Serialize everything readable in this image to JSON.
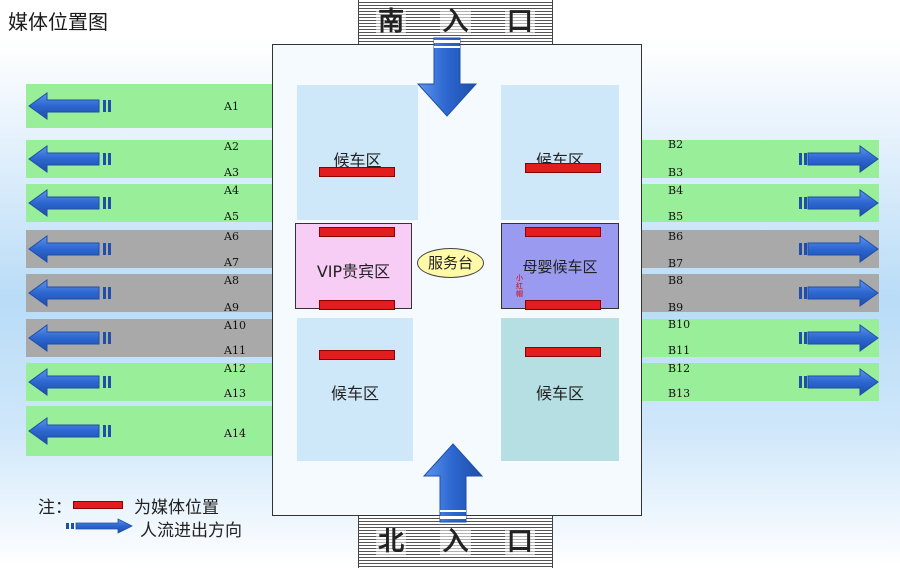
{
  "title": "媒体位置图",
  "entrances": {
    "south": [
      "南",
      "入",
      "口"
    ],
    "north": [
      "北",
      "入",
      "口"
    ]
  },
  "zones": {
    "waiting_tl": "候车区",
    "waiting_tr": "候车区",
    "vip": "VIP贵宾区",
    "mother_baby": "母婴候车区",
    "mother_baby_small": "小红帽",
    "waiting_bl": "候车区",
    "waiting_br": "候车区"
  },
  "service_desk": "服务台",
  "gates_left": [
    "A1",
    "A2",
    "A3",
    "A4",
    "A5",
    "A6",
    "A7",
    "A8",
    "A9",
    "A10",
    "A11",
    "A12",
    "A13",
    "A14"
  ],
  "gates_right": [
    "B2",
    "B3",
    "B4",
    "B5",
    "B6",
    "B7",
    "B8",
    "B9",
    "B10",
    "B11",
    "B12",
    "B13"
  ],
  "legend": {
    "prefix": "注：",
    "media_label": "为媒体位置",
    "flow_label": "人流进出方向"
  },
  "colors": {
    "media": "#e31d1d",
    "arrow": "#2f6fd6",
    "lane_green": "#99ee99",
    "lane_gray": "#a9a9a9",
    "vip": "#f7cdf5",
    "mother_baby": "#9a9af0",
    "service_desk": "#fff9a8"
  }
}
